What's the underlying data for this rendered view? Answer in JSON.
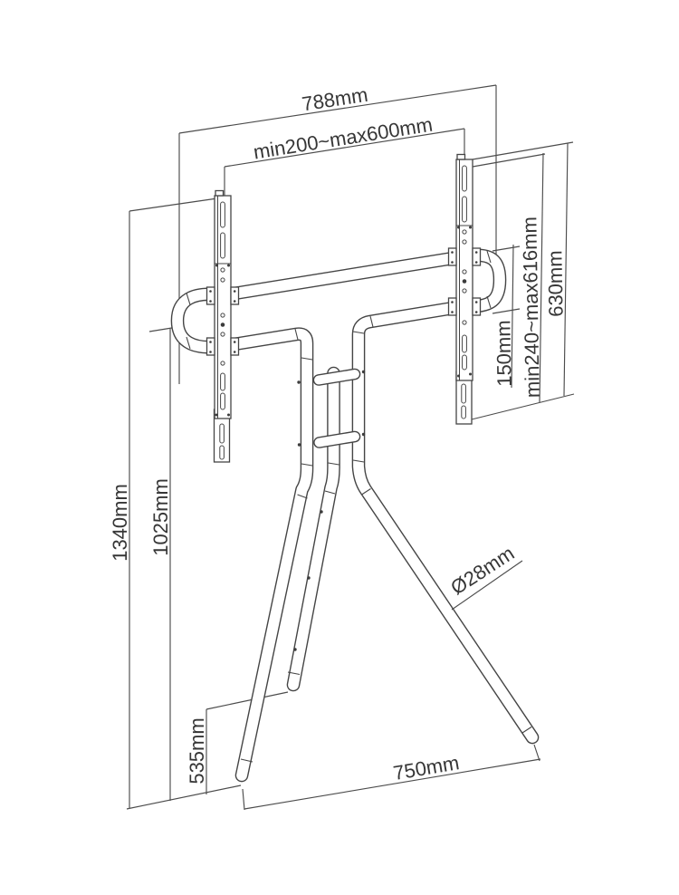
{
  "diagram": {
    "type": "technical-dimension-drawing",
    "subject": "Easel-style TV floor stand with VESA mounting brackets",
    "colors": {
      "line": "#454545",
      "text": "#363636",
      "background": "#ffffff"
    },
    "dimensions": {
      "top_width": {
        "label": "788mm"
      },
      "vesa_width": {
        "label": "min200~max600mm"
      },
      "bracket_height": {
        "label": "630mm"
      },
      "vesa_height": {
        "label": "min240~max616mm"
      },
      "crossbar_gap": {
        "label": "150mm"
      },
      "total_height": {
        "label": "1340mm"
      },
      "column_height": {
        "label": "1025mm"
      },
      "rear_foot_height": {
        "label": "535mm"
      },
      "base_width": {
        "label": "750mm"
      },
      "tube_diameter": {
        "label": "Ø28mm"
      }
    }
  }
}
